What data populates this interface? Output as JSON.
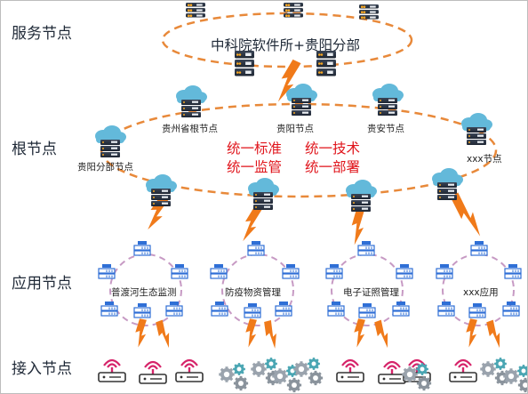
{
  "layers": {
    "service": "服务节点",
    "root": "根节点",
    "application": "应用节点",
    "access": "接入节点"
  },
  "service_node": {
    "name": "中科院软件所+贵阳分部"
  },
  "root_nodes": [
    "贵州省根节点",
    "贵阳节点",
    "贵安节点",
    "xxx节点",
    "贵阳分部节点"
  ],
  "principles": [
    "统一标准",
    "统一技术",
    "统一监管",
    "统一部署"
  ],
  "applications": [
    "普渡河生态监测",
    "防疫物资管理",
    "电子证照管理",
    "xxx应用"
  ],
  "colors": {
    "orbit": "#e8893a",
    "app_ring": "#c79ac4",
    "bolt": "#f07a1a",
    "cloud": "#63b9da",
    "server_dark": "#2d3748",
    "router_red": "#d6246a",
    "gear": "#4aa6b3",
    "text_red": "#e0141b"
  },
  "icons": {
    "cloud_server": "cloud-server-icon",
    "server_rack": "server-rack-icon",
    "app_server": "app-server-icon",
    "router": "wifi-router-icon",
    "gear_cluster": "gear-cluster-icon",
    "bolt": "lightning-bolt-icon"
  }
}
